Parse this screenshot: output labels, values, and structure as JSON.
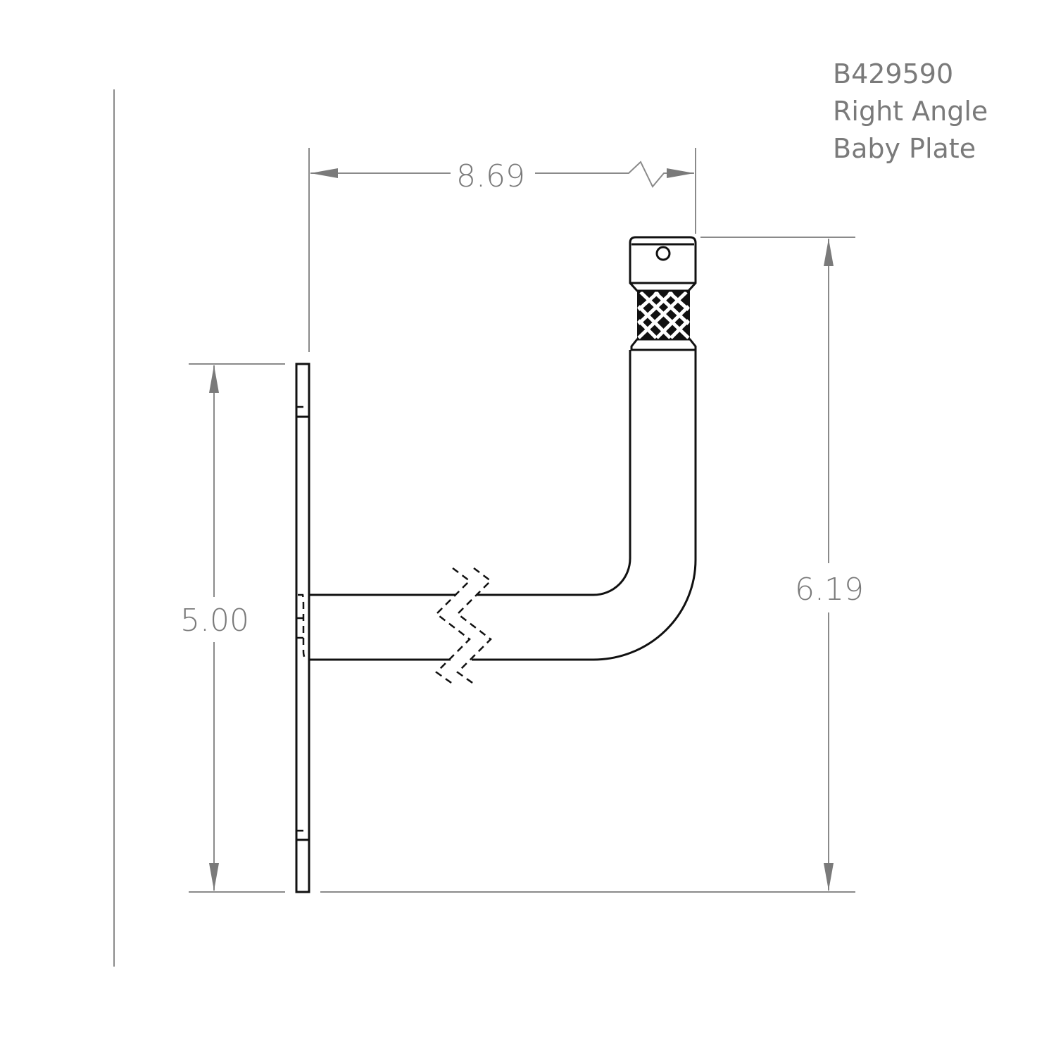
{
  "title": {
    "part_number": "B429590",
    "line1": "Right Angle",
    "line2": "Baby Plate"
  },
  "dimensions": {
    "width": "8.69",
    "height": "6.19",
    "plate_height": "5.00"
  }
}
